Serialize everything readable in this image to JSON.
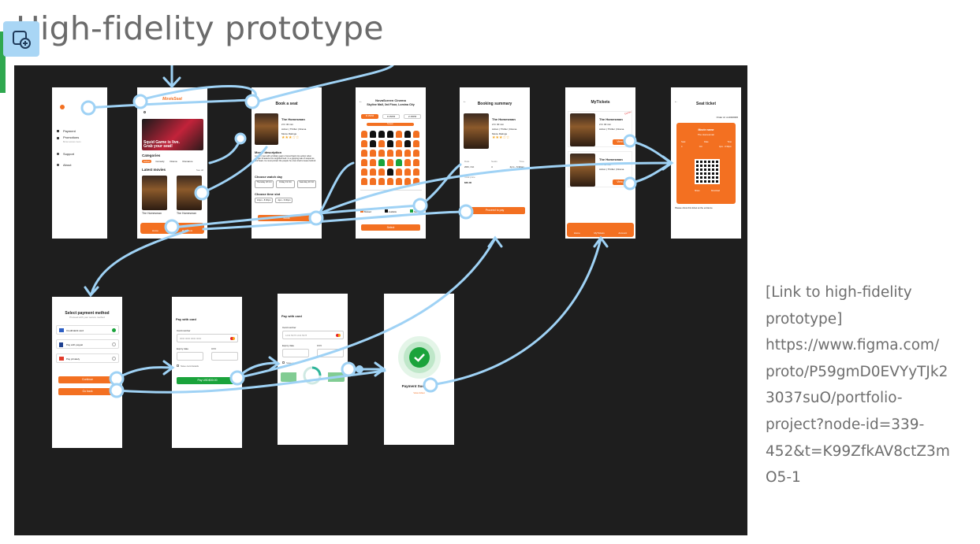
{
  "page": {
    "title": "High-fidelity prototype",
    "link_lines": [
      "[Link to high-fidelity",
      "prototype]",
      "https://www.figma.com/",
      "proto/P59gmD0EVYyTJk2",
      "3037suO/portfolio-",
      "project?node-id=339-",
      "452&t=K99ZfkAV8ctZ3m",
      "O5-1"
    ]
  },
  "colors": {
    "accent": "#2fa84f",
    "canvas": "#1e1e1e",
    "brand": "#f37021",
    "success": "#1aa33b",
    "flow": "#9fd2f5"
  },
  "icons": {
    "add_frame": "frame-plus-icon"
  },
  "frames": {
    "menu": {
      "items": [
        "Payment",
        "Promotions",
        "Support",
        "About"
      ],
      "sub": "Brown access menu"
    },
    "home": {
      "brand": "MovieSeat",
      "banner": "Squid Game is live. Grab your seat!",
      "categories_label": "Categories",
      "categories": [
        "Action",
        "Comedy",
        "Drama",
        "Romance"
      ],
      "latest_label": "Latest movies",
      "see_all": "See all",
      "movies": [
        "The Homesman",
        "The Homesman"
      ],
      "nav": [
        "Home",
        "MyTickets"
      ]
    },
    "book": {
      "title": "Book a seat",
      "movie": "The Homesman",
      "duration": "2 hr 30 min",
      "genre": "Action | Thriller | Drama",
      "ratings_label": "Movie Ratings",
      "desc_label": "Movie description",
      "desc": "A pawn man with a hidden past is forced back into action when danger threatens his neighborhood. In a gripping tale of suspense and heart, he must protect the people he once tried to leave behind.",
      "day_label": "Choose watch day",
      "days": [
        "Thursday 18 Oct",
        "Friday 19 Oct",
        "Saturday 20 Oct"
      ],
      "time_label": "Choose time slot",
      "times": [
        "10pm - 8:30pm",
        "4pm - 6:30pm"
      ],
      "cta": "Book"
    },
    "seats": {
      "header": "NovaScreen Cinema",
      "sub": "Skyline Mall, 3rd Floor, Lomina City",
      "times": [
        "8:15PM",
        "9:15PM",
        "2:15PM"
      ],
      "screen": "Screen",
      "legend": [
        "Booked",
        "Available",
        "Selected"
      ],
      "cta": "Select"
    },
    "summary": {
      "title": "Booking summary",
      "movie": "The Homesman",
      "duration": "2 hr 30 min",
      "genre": "Action | Thriller | Drama",
      "ratings_label": "Movie Ratings",
      "cols": [
        "Date",
        "Seats",
        "Time"
      ],
      "vals": [
        "20th, Oct",
        "4",
        "4pm - 6:30pm"
      ],
      "total_label": "Total price",
      "total": "$30.00",
      "cta": "Proceed to pay"
    },
    "mytickets": {
      "title": "MyTickets",
      "badge": "Current",
      "cards": [
        {
          "movie": "The Homesman",
          "duration": "2 hr 30 min",
          "genre": "Action | Thriller | Drama",
          "btn": "View"
        },
        {
          "movie": "The Homesman",
          "duration": "2 hr 30 min",
          "genre": "Action | Thriller | Drama",
          "btn": "View"
        }
      ],
      "nav": [
        "Home",
        "MyTickets",
        "Account"
      ]
    },
    "ticket": {
      "title": "Seat ticket",
      "order": "Order id: cu3320006",
      "movie": "Movie name",
      "sub": "The Homesman",
      "cols": [
        "Seat",
        "Date",
        "Time"
      ],
      "vals": [
        "4",
        "Oct",
        "4pm - 6:30pm"
      ],
      "actions": [
        "Share",
        "Download"
      ],
      "note": "Please show this ticket at the entrance"
    },
    "paymethod": {
      "title": "Select payment method",
      "sub": "Proceed with your secure method",
      "options": [
        "Credit/debit card",
        "Pay with paypal",
        "Pay privately"
      ],
      "continue": "Continue",
      "back": "Go back"
    },
    "paycard": {
      "title": "Pay with card",
      "card_label": "Card number",
      "card_placeholder": "0000 0000 0000 0000",
      "expiry_label": "Expiry date",
      "cvv_label": "CVV",
      "save": "Save card details",
      "cta": "Pay USD$30.00"
    },
    "processing": {
      "title": "Pay with card",
      "card_label": "Card number",
      "card_placeholder": "1234 5678 1234 5678",
      "expiry_label": "Expiry date",
      "cvv_label": "CVV",
      "save": "Save card details"
    },
    "success": {
      "title": "Payment Successful",
      "link": "View ticket"
    }
  }
}
